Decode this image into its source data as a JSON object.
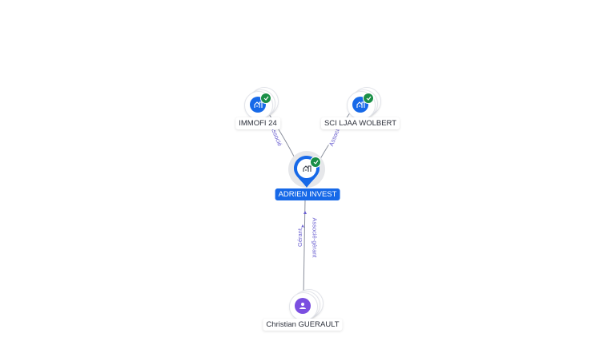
{
  "nodes": {
    "immofi": {
      "label": "IMMOFI 24",
      "type": "company",
      "verified": true,
      "icon": "building-icon"
    },
    "sci": {
      "label": "SCI LJAA WOLBERT",
      "type": "company",
      "verified": true,
      "icon": "building-icon"
    },
    "adrien": {
      "label": "ADRIEN INVEST",
      "type": "company",
      "verified": true,
      "icon": "building-icon",
      "selected": true
    },
    "christian": {
      "label": "Christian GUERAULT",
      "type": "person",
      "icon": "person-icon"
    }
  },
  "edges": {
    "immofi_adrien": "Associé",
    "sci_adrien": "Associé",
    "christian_adrien_1": "Gérant,",
    "christian_adrien_2": "Associé-gérant"
  },
  "colors": {
    "company": "#1769e8",
    "person": "#7b4fe0",
    "verified": "#1a8f47",
    "edge_label": "#6a5fd0"
  }
}
